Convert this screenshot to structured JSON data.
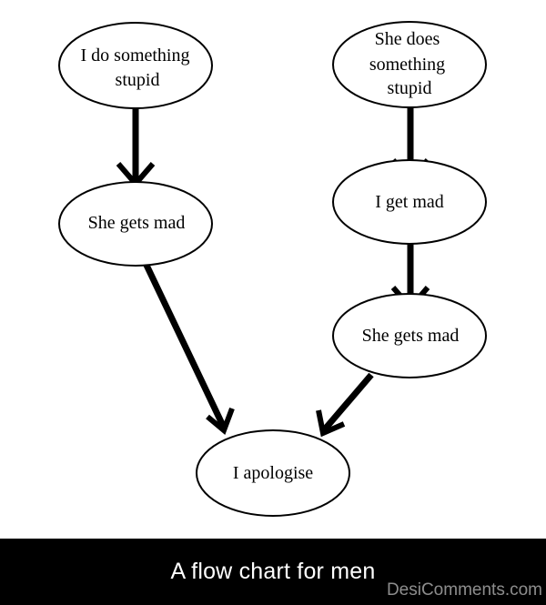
{
  "diagram": {
    "nodes": [
      {
        "id": "n1",
        "lines": [
          "I do something",
          "stupid"
        ]
      },
      {
        "id": "n2",
        "lines": [
          "She does",
          "something",
          "stupid"
        ]
      },
      {
        "id": "n3",
        "lines": [
          "She gets mad"
        ]
      },
      {
        "id": "n4",
        "lines": [
          "I get mad"
        ]
      },
      {
        "id": "n5",
        "lines": [
          "She gets mad"
        ]
      },
      {
        "id": "n6",
        "lines": [
          "I apologise"
        ]
      }
    ],
    "edges": [
      {
        "from": "n1",
        "to": "n3"
      },
      {
        "from": "n2",
        "to": "n4"
      },
      {
        "from": "n4",
        "to": "n5"
      },
      {
        "from": "n3",
        "to": "n6"
      },
      {
        "from": "n5",
        "to": "n6"
      }
    ]
  },
  "caption": {
    "text": "A flow chart for men",
    "watermark": "DesiComments.com"
  },
  "colors": {
    "stroke": "#000000",
    "background": "#ffffff",
    "caption_bar": "#000000",
    "caption_text": "#ffffff"
  }
}
